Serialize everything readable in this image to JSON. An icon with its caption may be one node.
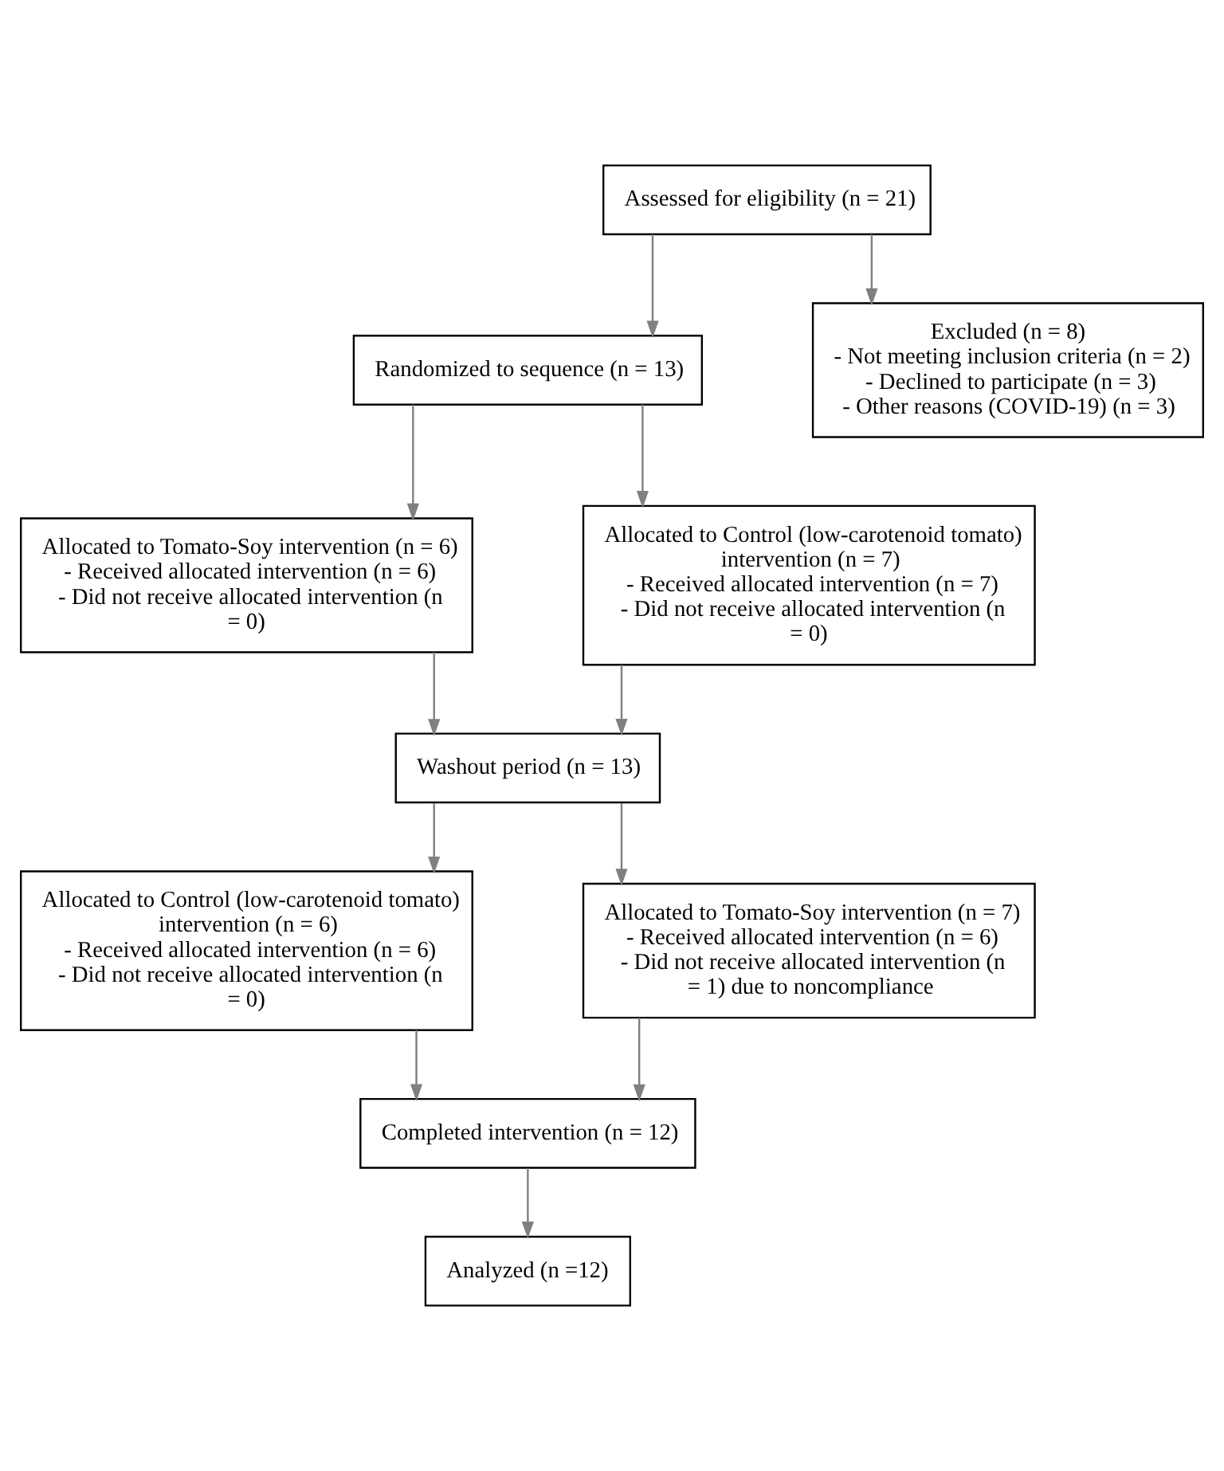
{
  "diagram": {
    "nodes": [
      {
        "text": [
          "Assessed for eligibility (n = 21)"
        ]
      },
      {
        "text": [
          "Excluded (n = 8)",
          "- Not meeting inclusion criteria (n = 2)",
          "- Declined to participate (n = 3)",
          "- Other reasons (COVID-19) (n = 3)"
        ]
      },
      {
        "text": [
          "Randomized to sequence (n = 13)"
        ]
      },
      {
        "text": [
          "Allocated to Tomato-Soy intervention (n = 6)",
          "- Received allocated intervention (n = 6)",
          "- Did not receive allocated intervention (n = 0)"
        ]
      },
      {
        "text": [
          "Allocated to Control (low-carotenoid tomato) intervention (n = 7)",
          "- Received allocated intervention (n = 7)",
          "- Did not receive allocated intervention (n = 0)"
        ]
      },
      {
        "text": [
          "Washout period (n = 13)"
        ]
      },
      {
        "text": [
          "Allocated to Control (low-carotenoid tomato) intervention (n = 6)",
          "- Received allocated intervention (n = 6)",
          "- Did not receive allocated intervention (n = 0)"
        ]
      },
      {
        "text": [
          "Allocated to Tomato-Soy intervention (n = 7)",
          "- Received allocated intervention (n = 6)",
          "- Did not receive allocated intervention (n = 1) due to noncompliance"
        ]
      },
      {
        "text": [
          "Completed intervention (n = 12)"
        ]
      },
      {
        "text": [
          "Analyzed (n =12)"
        ]
      }
    ],
    "edges": [
      {
        "from": 0,
        "to": 2,
        "arrow": "to"
      },
      {
        "from": 0,
        "to": 1,
        "arrow": "to"
      },
      {
        "from": 2,
        "to": 3,
        "arrow": "to"
      },
      {
        "from": 2,
        "to": 4,
        "arrow": "to"
      },
      {
        "from": 3,
        "to": 5,
        "arrow": "to"
      },
      {
        "from": 4,
        "to": 5,
        "arrow": "to"
      },
      {
        "from": 5,
        "to": 6,
        "arrow": "to"
      },
      {
        "from": 5,
        "to": 7,
        "arrow": "to"
      },
      {
        "from": 6,
        "to": 8,
        "arrow": "to"
      },
      {
        "from": 7,
        "to": 8,
        "arrow": "to"
      },
      {
        "from": 8,
        "to": 9,
        "arrow": "to"
      }
    ]
  }
}
